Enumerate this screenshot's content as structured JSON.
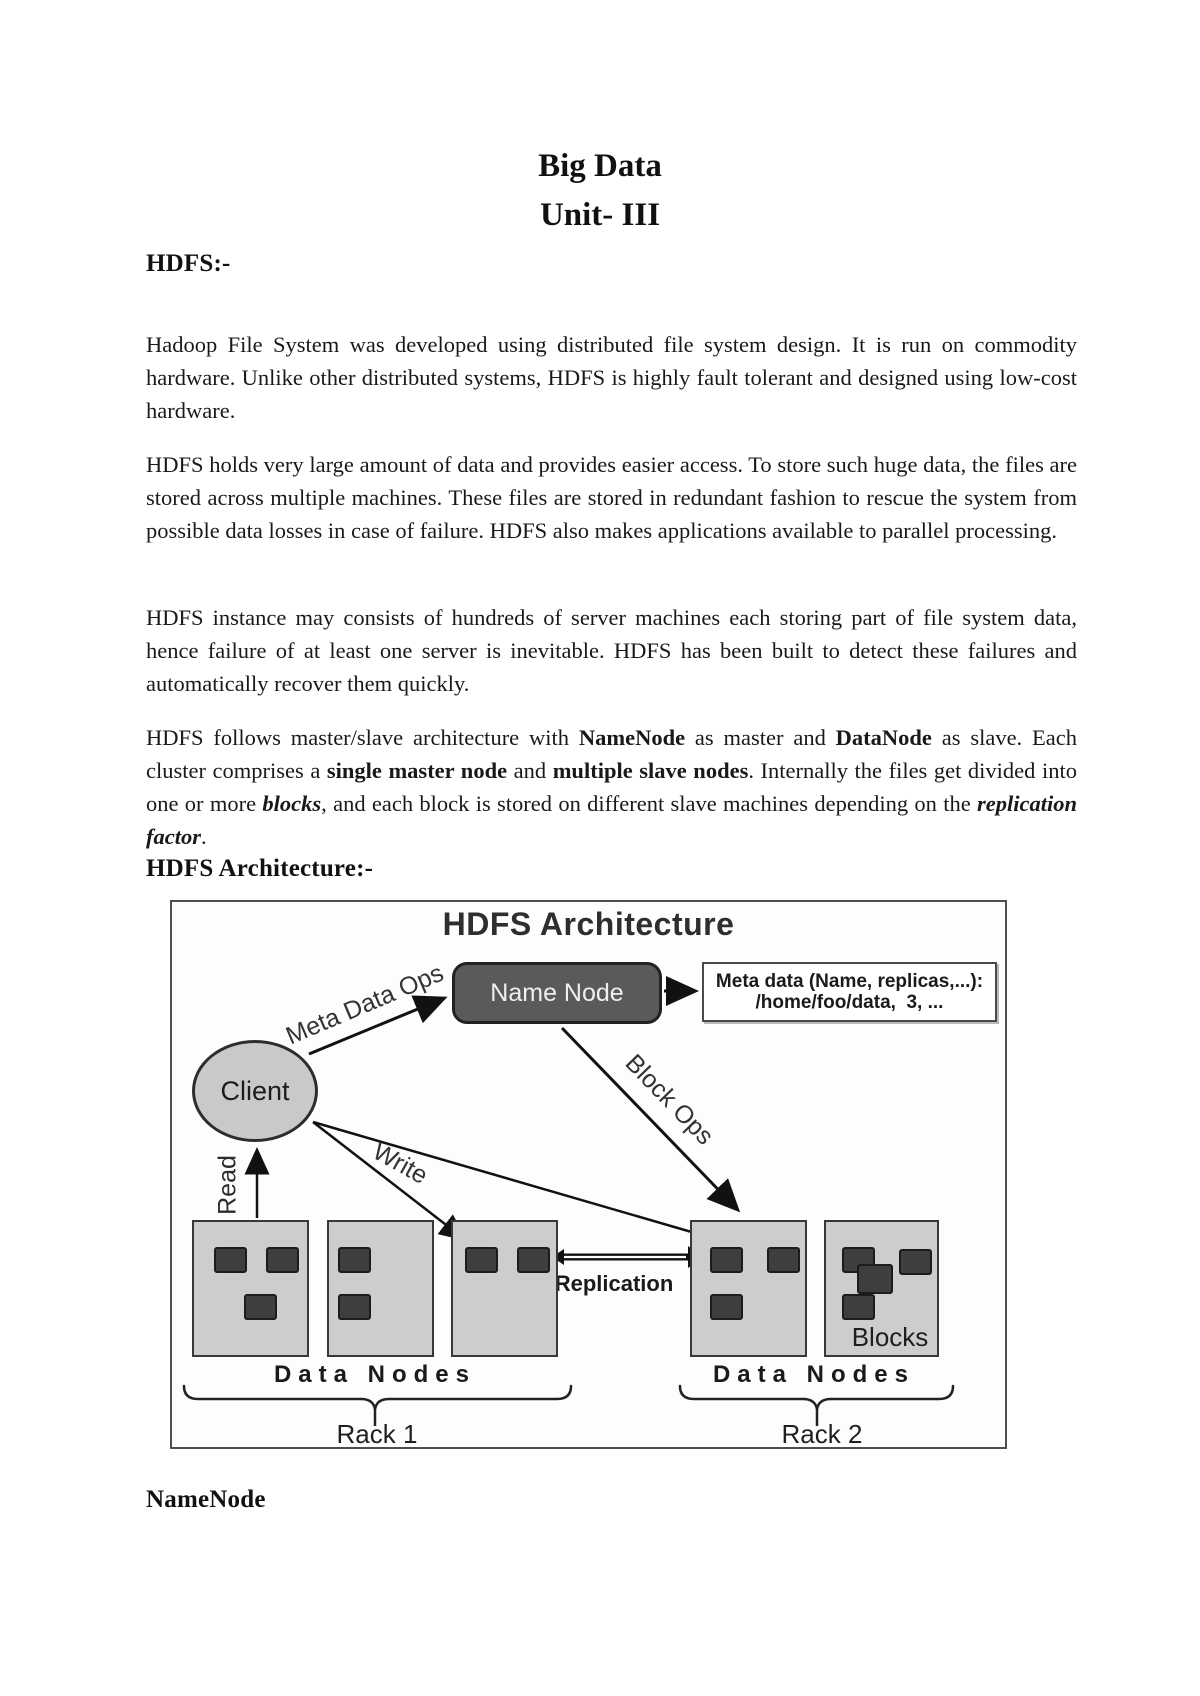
{
  "document": {
    "title_lines": [
      "Big Data",
      "Unit- III"
    ],
    "hdfs_heading": "HDFS:-",
    "architecture_heading": "HDFS Architecture:-",
    "namenode_heading": "NameNode",
    "paragraphs": [
      {
        "segments": [
          {
            "t": "Hadoop File System was developed using distributed file system design. It is run on commodity hardware. Unlike other distributed systems, HDFS is highly fault tolerant and designed using low-cost hardware."
          }
        ]
      },
      {
        "segments": [
          {
            "t": "HDFS holds very large amount of data and provides easier access. To store such huge data, the files are stored across multiple machines. These files are stored in redundant fashion to rescue the system from possible data losses in case of failure. HDFS also makes applications available to parallel processing."
          }
        ]
      },
      {
        "segments": [
          {
            "t": "HDFS instance may consists of hundreds of server machines each storing part of file system data, hence failure of at least one server is inevitable. HDFS has been built to detect these failures and automatically recover them quickly."
          }
        ]
      },
      {
        "segments": [
          {
            "t": "HDFS follows master/slave architecture with "
          },
          {
            "t": "NameNode",
            "b": true
          },
          {
            "t": " as master and "
          },
          {
            "t": "DataNode",
            "b": true
          },
          {
            "t": " as slave. Each cluster comprises a "
          },
          {
            "t": "single master node",
            "b": true
          },
          {
            "t": " and "
          },
          {
            "t": "multiple slave nodes",
            "b": true
          },
          {
            "t": ". Internally the files get divided into one or more "
          },
          {
            "t": "blocks",
            "b": true,
            "i": true
          },
          {
            "t": ", and each block is stored on different slave machines depending on the "
          },
          {
            "t": "replication factor",
            "b": true,
            "i": true
          },
          {
            "t": "."
          }
        ]
      }
    ]
  },
  "diagram": {
    "title": "HDFS Architecture",
    "client_label": "Client",
    "namenode_label": "Name Node",
    "metadata_box": {
      "line1": "Meta data (Name, replicas,...):",
      "line2": "/home/foo/data,  3, ..."
    },
    "edge_labels": {
      "meta_data_ops": "Meta Data Ops",
      "block_ops": "Block Ops",
      "read": "Read",
      "write": "Write",
      "replication": "Replication"
    },
    "blocks_label": "Blocks",
    "data_nodes_left": "Data Nodes",
    "data_nodes_right": "Data Nodes",
    "rack1_label": "Rack 1",
    "rack2_label": "Rack 2",
    "colors": {
      "namenode_fill": "#5a5a5a",
      "datanode_fill": "#cdcdcd",
      "block_fill": "#3e3e3e",
      "arrow": "#111111"
    }
  }
}
